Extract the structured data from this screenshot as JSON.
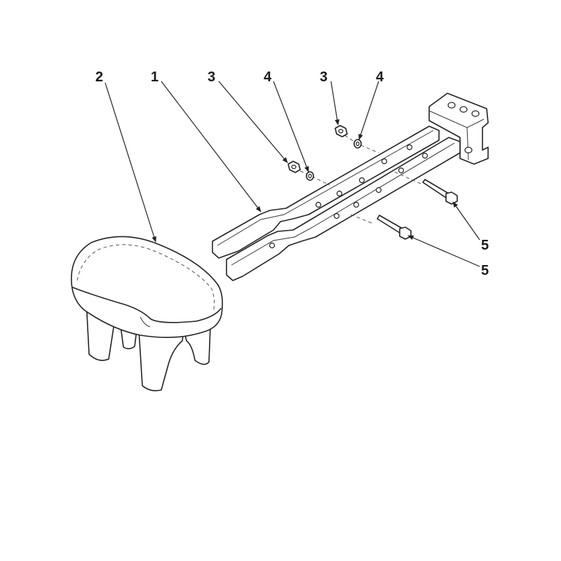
{
  "callouts": {
    "c2": "2",
    "c1": "1",
    "c3a": "3",
    "c4a": "4",
    "c3b": "3",
    "c4b": "4",
    "c5a": "5",
    "c5b": "5"
  },
  "parts": [
    "seat-pad",
    "mount-bracket",
    "hex-nut",
    "lock-washer",
    "hex-bolt"
  ]
}
